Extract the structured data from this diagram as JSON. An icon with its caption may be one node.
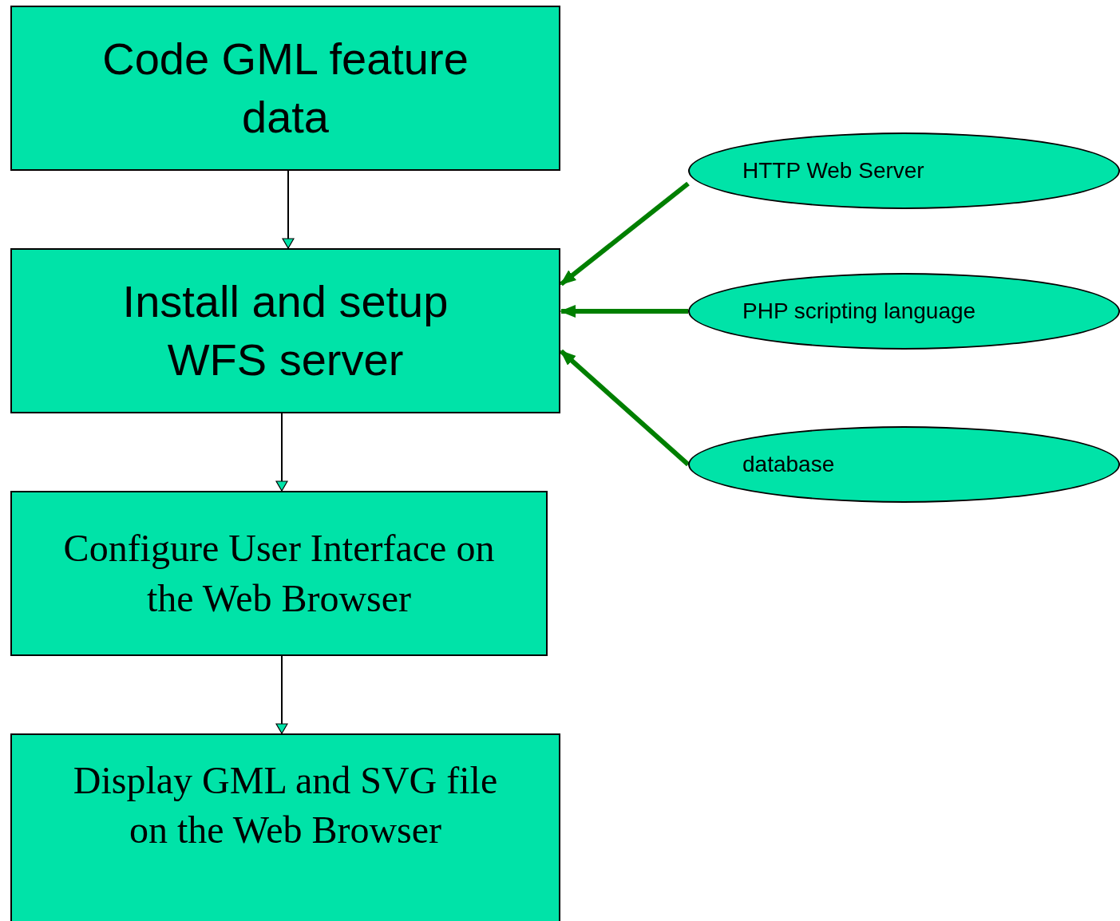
{
  "diagram": {
    "nodes": [
      {
        "text": [
          "Code GML feature data"
        ]
      },
      {
        "text": [
          "Install and setup WFS server"
        ]
      },
      {
        "text": [
          "Configure User Interface on the Web Browser"
        ]
      },
      {
        "text": [
          "Display GML and SVG file on the Web Browser"
        ]
      },
      {
        "text": [
          "HTTP Web Server"
        ]
      },
      {
        "text": [
          "PHP scripting language"
        ]
      },
      {
        "text": [
          "database"
        ]
      }
    ],
    "edges": [
      {
        "from": 0,
        "to": 1,
        "arrow": "to"
      },
      {
        "from": 1,
        "to": 2,
        "arrow": "to"
      },
      {
        "from": 2,
        "to": 3,
        "arrow": "to"
      },
      {
        "from": 4,
        "to": 1,
        "arrow": "to",
        "style": "thick",
        "color": "#007f00"
      },
      {
        "from": 5,
        "to": 1,
        "arrow": "to",
        "style": "thick",
        "color": "#007f00"
      },
      {
        "from": 6,
        "to": 1,
        "arrow": "to",
        "style": "thick",
        "color": "#007f00"
      }
    ]
  }
}
